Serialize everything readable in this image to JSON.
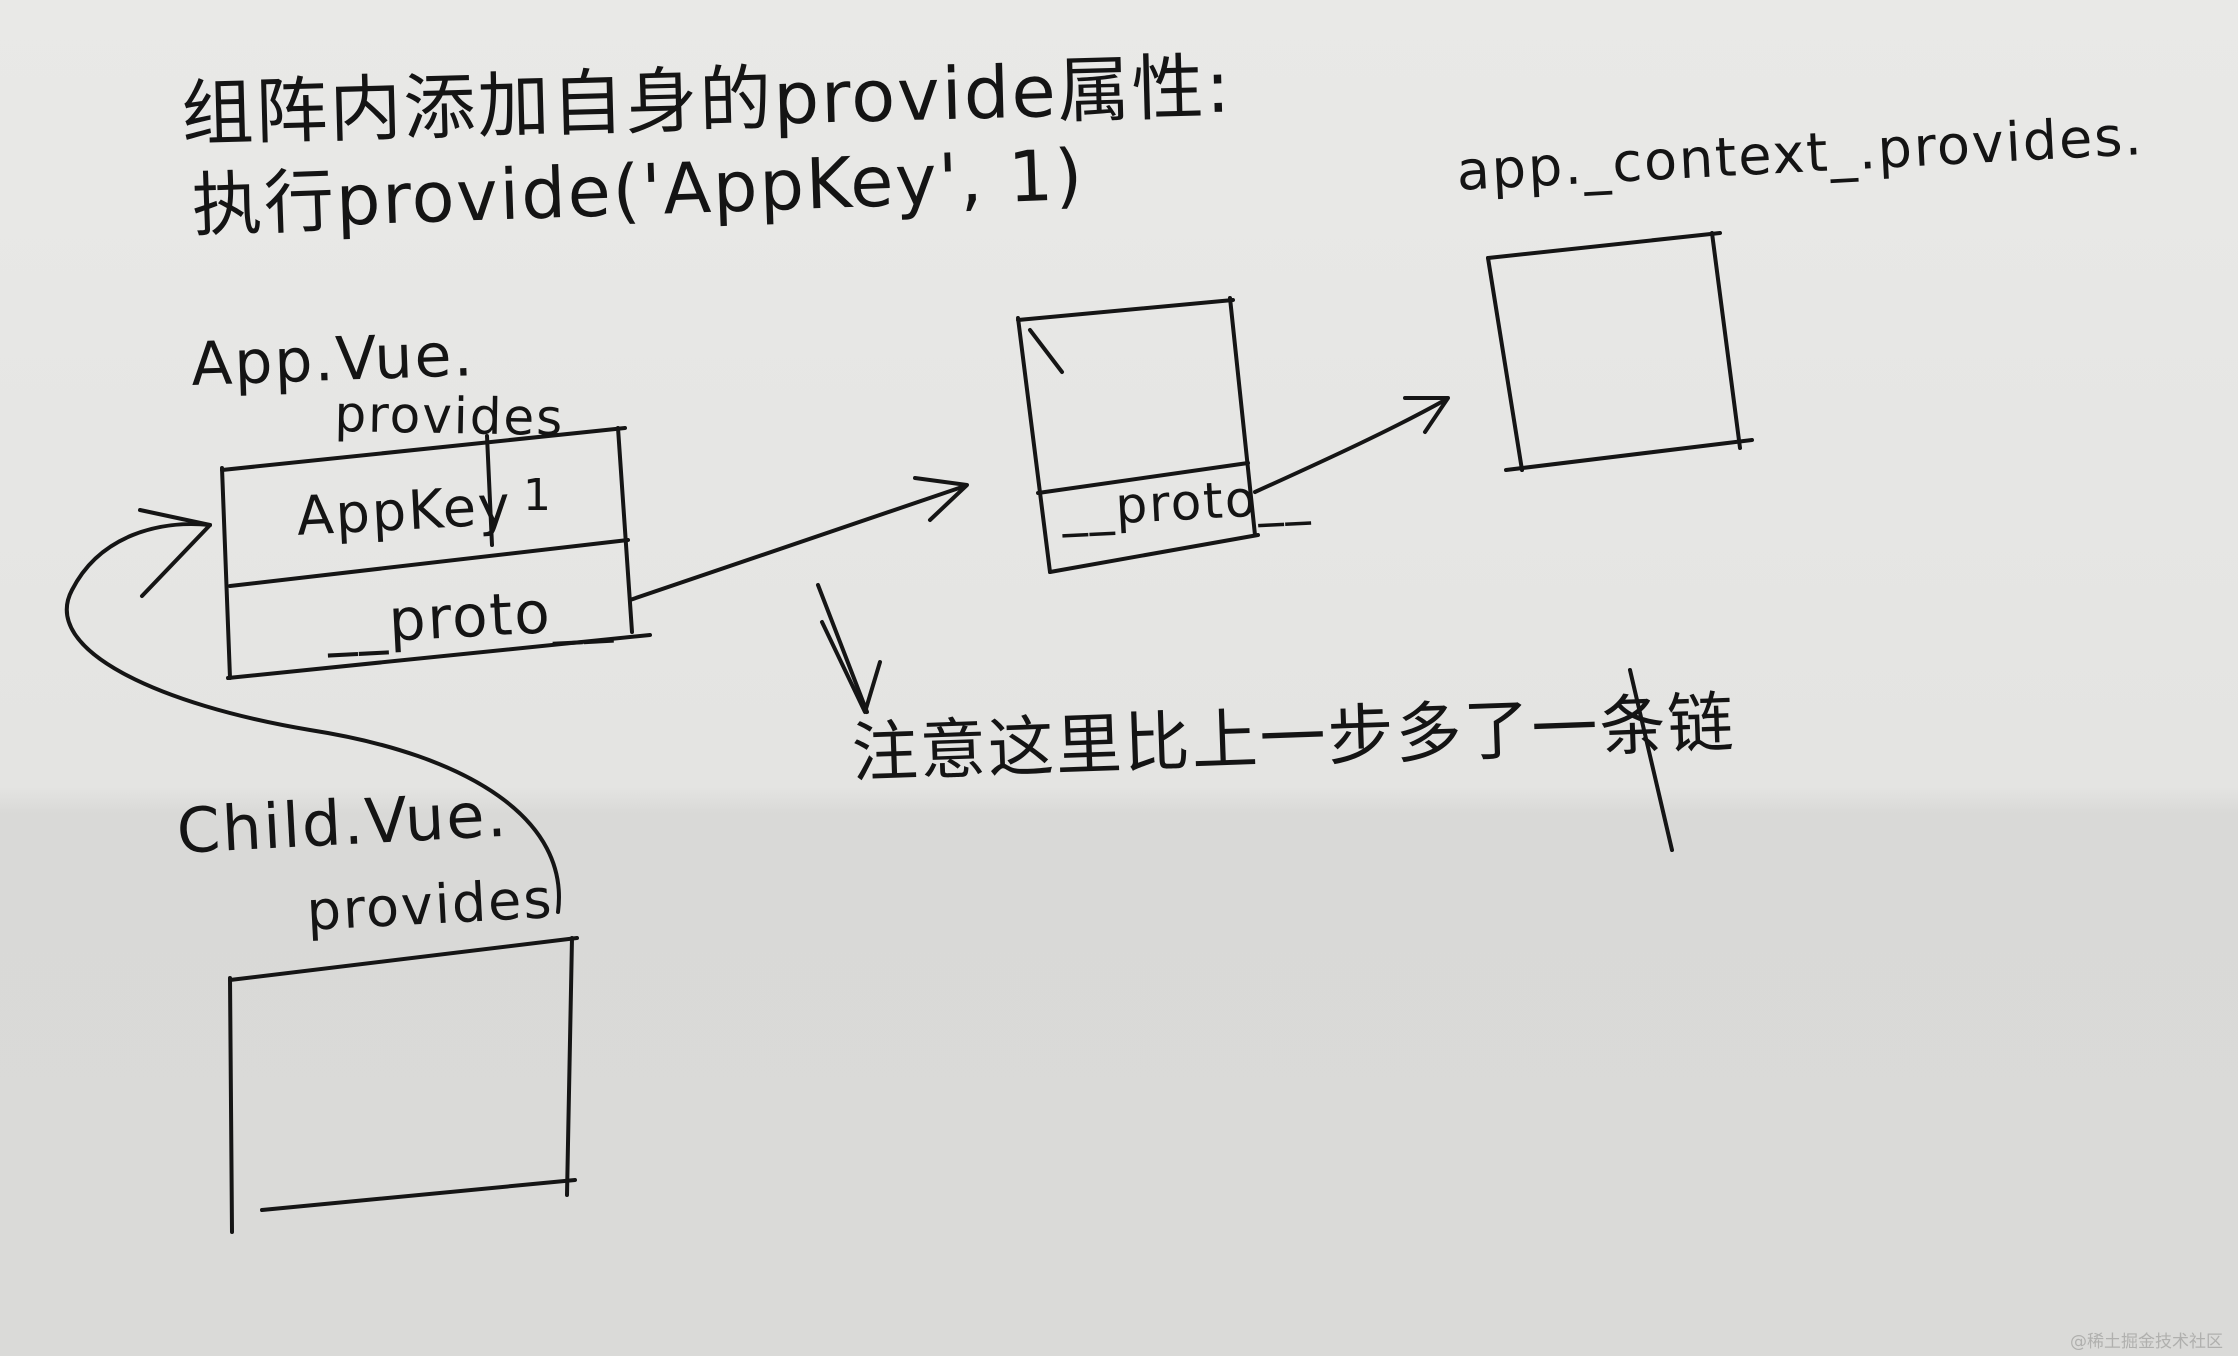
{
  "heading": {
    "line1": "组阵内添加自身的provide属性:",
    "line2": "执行provide('AppKey', 1)"
  },
  "app_vue": {
    "title": "App.Vue.",
    "provides_label": "provides",
    "entry_key": "AppKey",
    "entry_value": "1",
    "proto_label": "__proto__"
  },
  "middle_object": {
    "proto_label": "__proto__"
  },
  "context": {
    "label": "app._context_.provides."
  },
  "note": {
    "text": "注意这里比上一步多了一条链"
  },
  "child_vue": {
    "title": "Child.Vue.",
    "provides_label": "provides"
  },
  "watermark": {
    "text": "@稀土掘金技术社区"
  },
  "colors": {
    "ink": "#141414",
    "paper": "#e6e6e4",
    "paper_lower": "#dadad8"
  }
}
